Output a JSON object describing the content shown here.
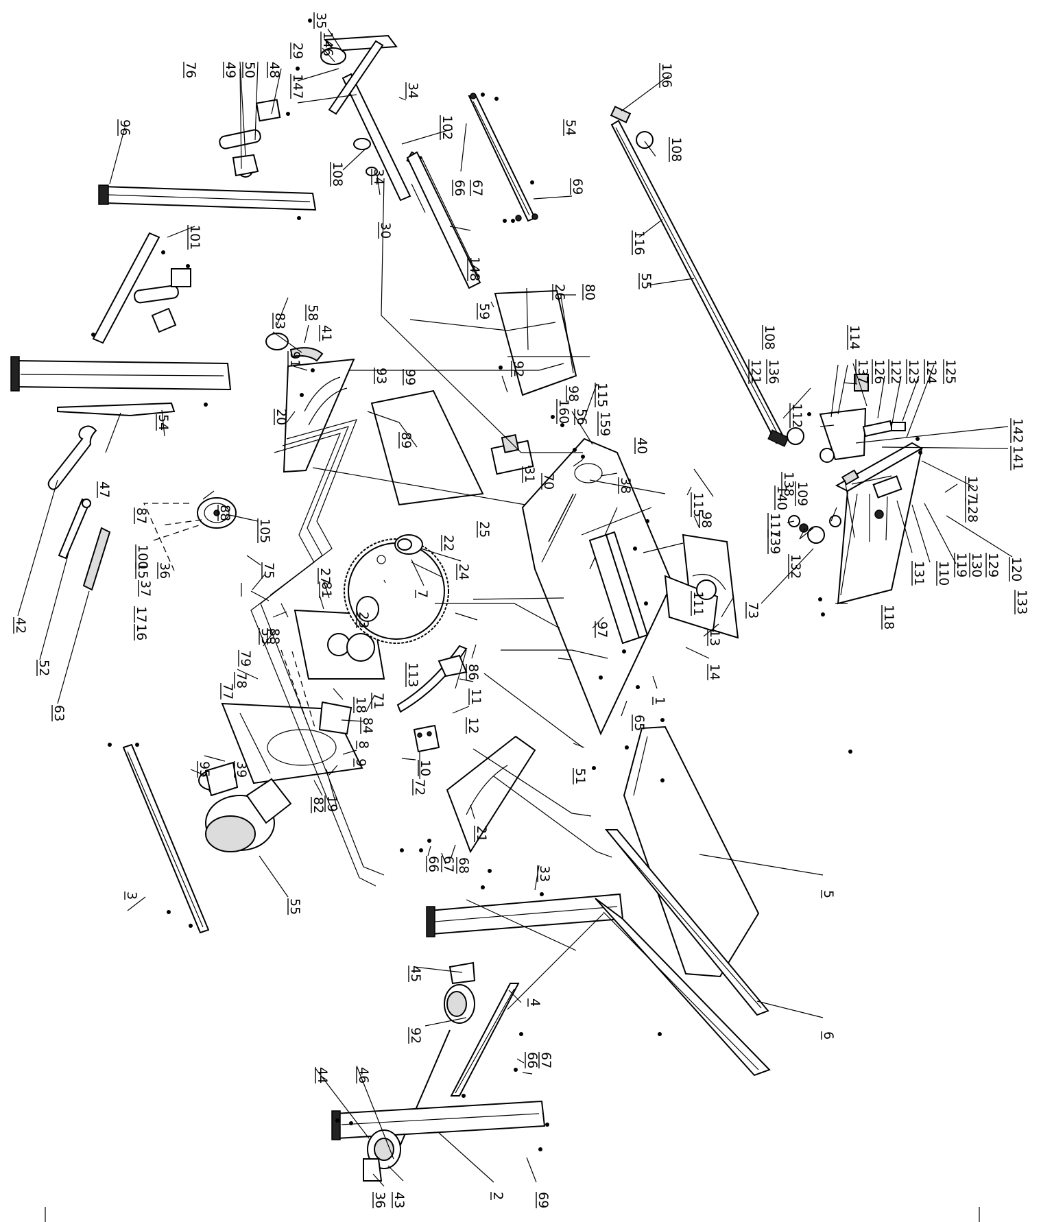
{
  "labels": [
    "35",
    "146",
    "29",
    "147",
    "102",
    "34",
    "108",
    "34",
    "30",
    "66",
    "67",
    "69",
    "148",
    "106",
    "54",
    "108",
    "116",
    "55",
    "76",
    "49",
    "50",
    "48",
    "96",
    "101",
    "54",
    "47",
    "42",
    "52",
    "63",
    "83",
    "91",
    "58",
    "41",
    "20",
    "59",
    "92",
    "26",
    "80",
    "93",
    "99",
    "89",
    "25",
    "98",
    "56",
    "160",
    "115",
    "159",
    "31",
    "70",
    "40",
    "38",
    "108",
    "114",
    "137",
    "126",
    "122",
    "123",
    "124",
    "125",
    "121",
    "136",
    "112",
    "142",
    "141",
    "138",
    "127",
    "128",
    "140",
    "117",
    "139",
    "109",
    "132",
    "120",
    "129",
    "130",
    "119",
    "110",
    "131",
    "133",
    "118",
    "115",
    "98",
    "111",
    "73",
    "13",
    "14",
    "97",
    "65",
    "1",
    "87",
    "88",
    "100",
    "15",
    "36",
    "37",
    "105",
    "75",
    "27",
    "81",
    "22",
    "24",
    "7",
    "23",
    "17",
    "16",
    "88",
    "53",
    "79",
    "78",
    "77",
    "113",
    "86",
    "11",
    "12",
    "18",
    "71",
    "84",
    "8",
    "9",
    "10",
    "72",
    "51",
    "95",
    "39",
    "19",
    "82",
    "21",
    "68",
    "67",
    "66",
    "33",
    "3",
    "55",
    "5",
    "6",
    "45",
    "4",
    "92",
    "46",
    "44",
    "36",
    "43",
    "2",
    "69",
    "66",
    "67"
  ]
}
